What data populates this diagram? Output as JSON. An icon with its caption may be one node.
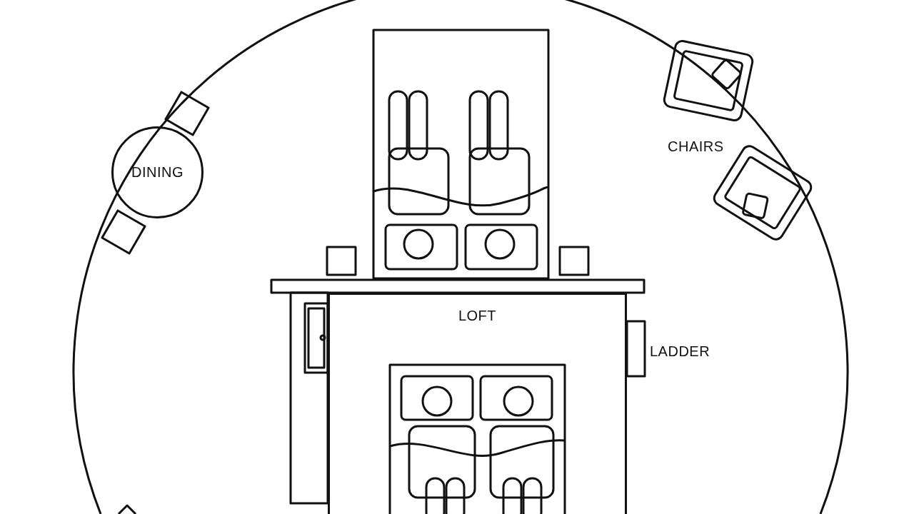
{
  "diagram": {
    "nodes": [
      {
        "text": [
          "DINING"
        ]
      },
      {
        "text": [
          "LOFT"
        ]
      }
    ],
    "labels": [
      "CHAIRS",
      "LADDER"
    ]
  }
}
